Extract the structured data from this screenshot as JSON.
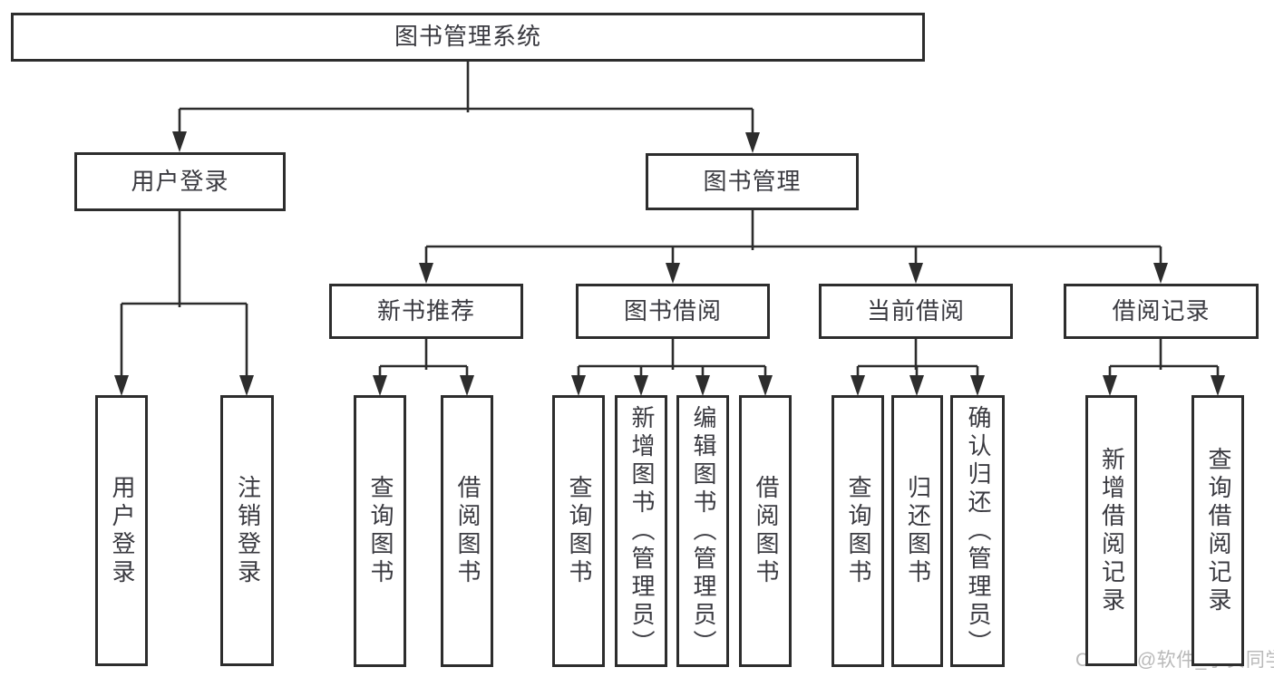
{
  "diagram_title": "图书管理系统",
  "nodes": {
    "root": "图书管理系统",
    "user_login": "用户登录",
    "book_management": "图书管理",
    "new_book_recommend": "新书推荐",
    "book_borrowing": "图书借阅",
    "current_borrowing": "当前借阅",
    "borrowing_records": "借阅记录",
    "leaf_user_login": "用户登录",
    "leaf_logout": "注销登录",
    "leaf_nb_query_books": "查询图书",
    "leaf_nb_borrow_books": "借阅图书",
    "leaf_bb_query_books": "查询图书",
    "leaf_bb_add_books": "新增图书（管理员）",
    "leaf_bb_edit_books": "编辑图书（管理员）",
    "leaf_bb_borrow_books": "借阅图书",
    "leaf_cb_query_books": "查询图书",
    "leaf_cb_return_books": "归还图书",
    "leaf_cb_confirm_return": "确认归还（管理员）",
    "leaf_rc_add_record": "新增借阅记录",
    "leaf_rc_query_record": "查询借阅记录"
  },
  "watermark": "CSDN @软件_小贺同学",
  "colors": {
    "line": "#2d2d2d",
    "border": "#2d2d2d",
    "text": "#3a3a40",
    "watermark": "#b9b9b9",
    "background": "#ffffff"
  }
}
